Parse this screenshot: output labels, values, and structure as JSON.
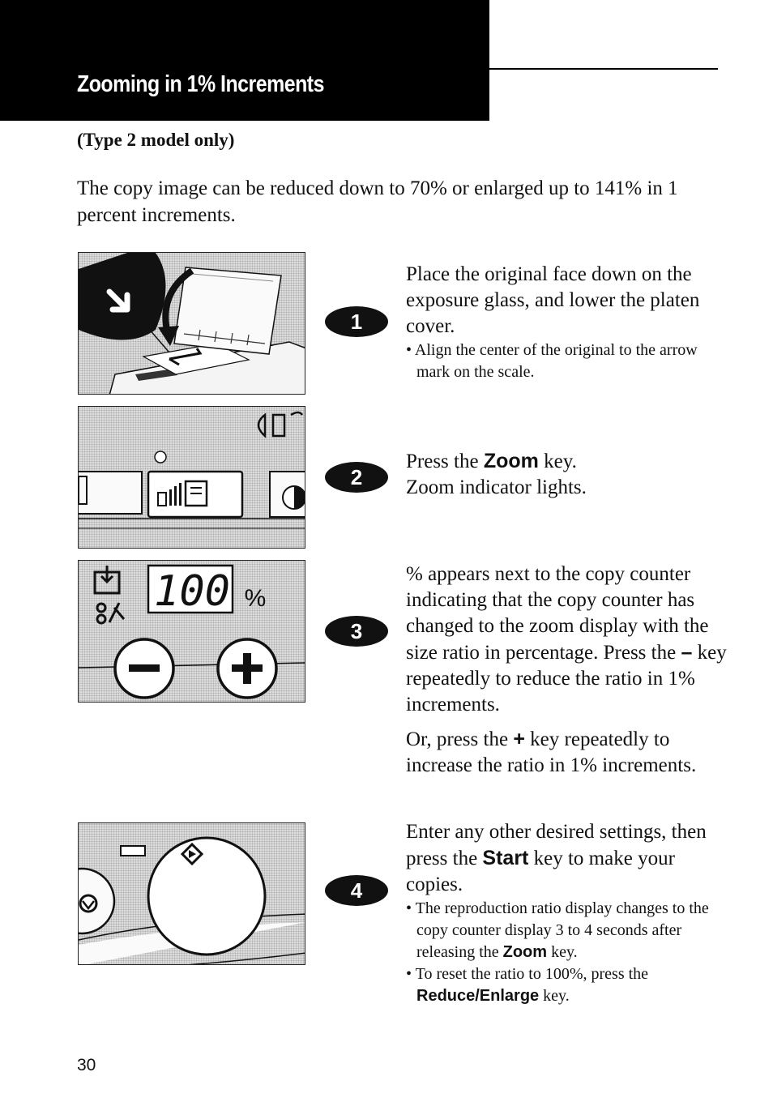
{
  "header": {
    "title": "Zooming in 1% Increments"
  },
  "subtitle": "(Type 2 model only)",
  "intro": "The copy image can be reduced down to 70% or enlarged up to 141% in 1 percent increments.",
  "steps": [
    {
      "number": "1",
      "main": "Place the original face down on the exposure glass, and lower the platen cover.",
      "notes": [
        "• Align the center of the original to the arrow mark on the scale."
      ]
    },
    {
      "number": "2",
      "main_pre": "Press the ",
      "main_key": "Zoom",
      "main_post": " key.",
      "line2": "Zoom indicator lights."
    },
    {
      "number": "3",
      "p1_pre": "% appears next to the copy counter indicating that the copy counter has changed to the zoom display with the size ratio in percentage. Press the ",
      "p1_key": "–",
      "p1_post": " key repeatedly to reduce the ratio in 1% increments.",
      "p2_pre": "Or, press the ",
      "p2_key": "+",
      "p2_post": " key repeatedly to increase the ratio in 1% incre­ments.",
      "display_value": "100",
      "display_unit": "%"
    },
    {
      "number": "4",
      "main_pre": "Enter any other desired settings, then press the ",
      "main_key": "Start",
      "main_post": " key to make your copies.",
      "note1_pre": "• The reproduction ratio display changes to the copy counter display 3 to 4 seconds after releasing the ",
      "note1_key": "Zoom",
      "note1_post": " key.",
      "note2_pre": "• To reset the ratio to 100%, press the ",
      "note2_key": "Reduce/Enlarge",
      "note2_post": " key."
    }
  ],
  "page_number": "30"
}
